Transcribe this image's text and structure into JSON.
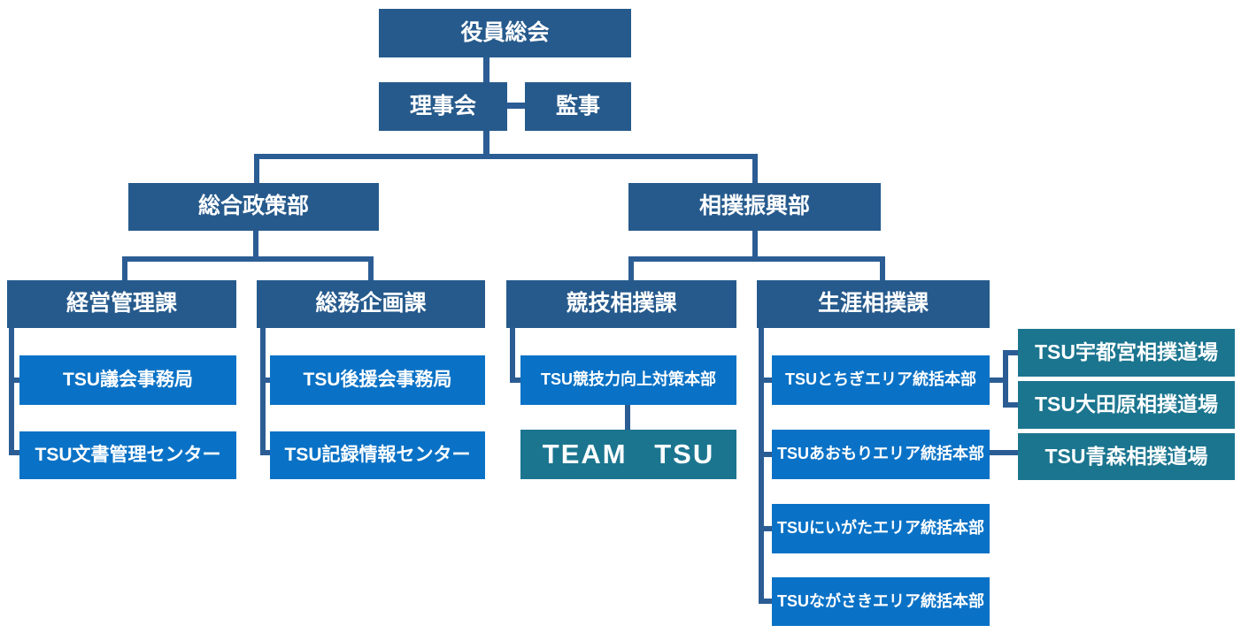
{
  "diagram": {
    "type": "org-chart",
    "org": {
      "general_meeting": "役員総会",
      "board_of_directors": "理事会",
      "auditor": "監事",
      "general_policy_dept": "総合政策部",
      "sumo_promotion_dept": "相撲振興部",
      "management_admin_section": "経営管理課",
      "general_affairs_planning_section": "総務企画課",
      "competitive_sumo_section": "競技相撲課",
      "lifelong_sumo_section": "生涯相撲課",
      "tsu_council_secretariat": "TSU議会事務局",
      "tsu_document_management_center": "TSU文書管理センター",
      "tsu_supporters_secretariat": "TSU後援会事務局",
      "tsu_records_information_center": "TSU記録情報センター",
      "tsu_competitive_strength_hq": "TSU競技力向上対策本部",
      "team_tsu": "TEAM TSU",
      "tsu_tochigi_area_hq": "TSUとちぎエリア統括本部",
      "tsu_aomori_area_hq": "TSUあおもりエリア統括本部",
      "tsu_niigata_area_hq": "TSUにいがたエリア統括本部",
      "tsu_nagasaki_area_hq": "TSUながさきエリア統括本部",
      "tsu_utsunomiya_dojo": "TSU宇都宮相撲道場",
      "tsu_otawara_dojo": "TSU大田原相撲道場",
      "tsu_aomori_dojo": "TSU青森相撲道場"
    },
    "colors": {
      "dark_blue_box": "#265A8C",
      "bright_blue_box": "#0A72C6",
      "teal_box": "#1B758F",
      "connector_line": "#2B5D94",
      "text": "#FFFFFF",
      "background": "#FFFFFF"
    }
  }
}
